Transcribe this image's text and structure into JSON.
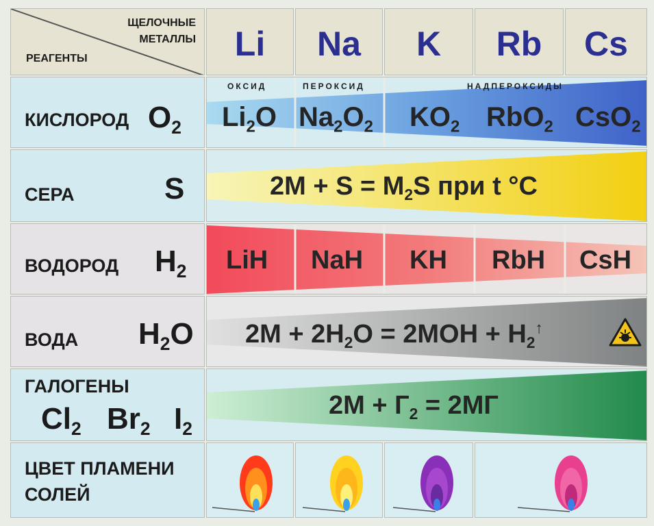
{
  "header": {
    "corner_top": "ЩЕЛОЧНЫЕ",
    "corner_mid": "МЕТАЛЛЫ",
    "corner_bottom": "РЕАГЕНТЫ",
    "metals": [
      "Li",
      "Na",
      "K",
      "Rb",
      "Cs"
    ]
  },
  "oxygen": {
    "name": "КИСЛОРОД",
    "formula": "O",
    "formula_sub": "2",
    "labels": {
      "oxide": "ОКСИД",
      "peroxide": "ПЕРОКСИД",
      "superoxides": "НАДПЕРОКСИДЫ"
    },
    "products": [
      {
        "base": "Li",
        "sub": "2",
        "tail": "O",
        "tail_sub": ""
      },
      {
        "base": "Na",
        "sub": "2",
        "tail": "O",
        "tail_sub": "2"
      },
      {
        "base": "KO",
        "sub": "2",
        "tail": "",
        "tail_sub": ""
      },
      {
        "base": "RbO",
        "sub": "2",
        "tail": "",
        "tail_sub": ""
      },
      {
        "base": "CsO",
        "sub": "2",
        "tail": "",
        "tail_sub": ""
      }
    ]
  },
  "sulfur": {
    "name": "СЕРА",
    "formula": "S",
    "eq_part1": "2M + S = M",
    "eq_sub": "2",
    "eq_part2": "S при t °C"
  },
  "hydrogen": {
    "name": "ВОДОРОД",
    "formula": "H",
    "formula_sub": "2",
    "products": [
      "LiH",
      "NaH",
      "KH",
      "RbH",
      "CsH"
    ]
  },
  "water": {
    "name": "ВОДА",
    "formula_h": "H",
    "formula_sub": "2",
    "formula_o": "O",
    "eq_part1": "2M + 2H",
    "eq_sub1": "2",
    "eq_part2": "O = 2MOH + H",
    "eq_sub2": "2",
    "eq_arrow": "↑"
  },
  "halogens": {
    "name": "ГАЛОГЕНЫ",
    "f1": "Cl",
    "s1": "2",
    "f2": "Br",
    "s2": "2",
    "f3": "I",
    "s3": "2",
    "eq_part1": "2M + Г",
    "eq_sub": "2",
    "eq_part2": " = 2МГ"
  },
  "flame": {
    "name_line1": "ЦВЕТ ПЛАМЕНИ",
    "name_line2": "СОЛЕЙ",
    "colors": [
      "#ff3b1c",
      "#ffd21f",
      "#8a2fb8",
      "#e83f8f"
    ]
  },
  "colors": {
    "metal_text": "#2b2f8f",
    "oxygen_band": "#3f73d1",
    "sulfur_band": "#f2d91f",
    "hydrogen_band": "#f0716c",
    "water_band": "#8d8f8f",
    "halogen_band": "#2f9a58"
  }
}
